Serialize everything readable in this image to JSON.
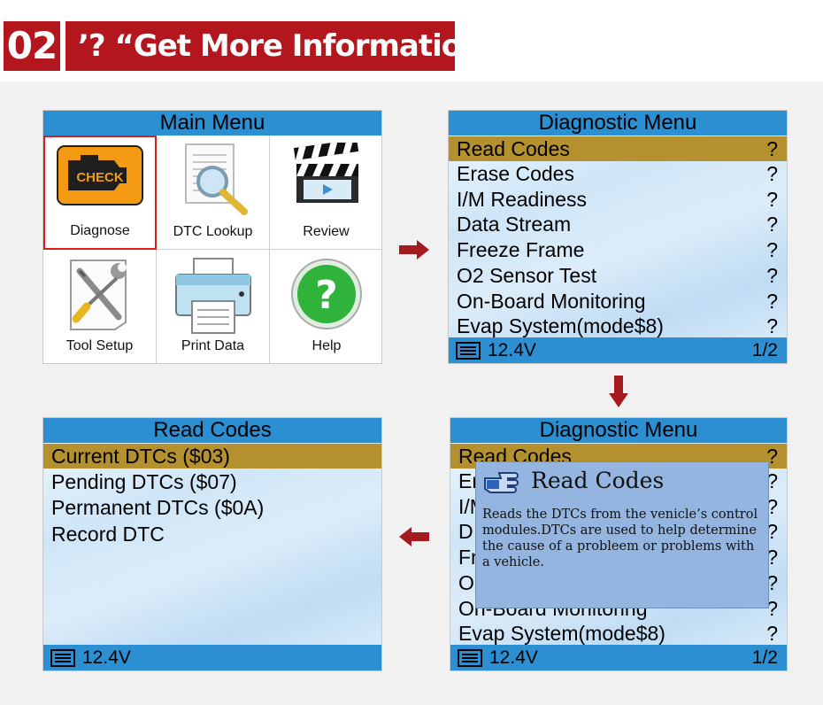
{
  "header": {
    "number": "02",
    "title": "’? “Get More Information"
  },
  "main_menu": {
    "title": "Main Menu",
    "items": [
      {
        "label": "Diagnose",
        "icon": "check-engine-icon",
        "badge": "CHECK"
      },
      {
        "label": "DTC Lookup",
        "icon": "magnifier-document-icon"
      },
      {
        "label": "Review",
        "icon": "clapperboard-icon"
      },
      {
        "label": "Tool Setup",
        "icon": "tools-icon"
      },
      {
        "label": "Print Data",
        "icon": "printer-icon"
      },
      {
        "label": "Help",
        "icon": "help-icon"
      }
    ]
  },
  "diag_menu": {
    "title": "Diagnostic Menu",
    "items": [
      {
        "label": "Read Codes",
        "help": "?"
      },
      {
        "label": "Erase Codes",
        "help": "?"
      },
      {
        "label": "I/M Readiness",
        "help": "?"
      },
      {
        "label": "Data Stream",
        "help": "?"
      },
      {
        "label": "Freeze Frame",
        "help": "?"
      },
      {
        "label": "O2 Sensor Test",
        "help": "?"
      },
      {
        "label": "On-Board Monitoring",
        "help": "?"
      },
      {
        "label": "Evap System(mode$8)",
        "help": "?"
      }
    ],
    "voltage": "12.4V",
    "page": "1/2"
  },
  "read_codes": {
    "title": "Read Codes",
    "items": [
      {
        "label": "Current DTCs ($03)"
      },
      {
        "label": "Pending DTCs ($07)"
      },
      {
        "label": "Permanent DTCs ($0A)"
      },
      {
        "label": "Record DTC"
      }
    ],
    "voltage": "12.4V"
  },
  "diag_menu_help": {
    "title": "Diagnostic Menu",
    "visible_items": [
      "Read Codes",
      "Er",
      "I/M",
      "D",
      "Fr",
      "O",
      "On-Board Monitoring",
      "Evap System(mode$8)"
    ],
    "voltage": "12.4V",
    "page": "1/2",
    "popup": {
      "title": "Read Codes",
      "icon": "pointing-hand-icon",
      "text": "Reads the DTCs from the venicle’s control modules.DTCs are used to help determine the cause of a probleem or problems with a vehicle."
    }
  },
  "colors": {
    "header_red": "#b3161c",
    "title_bar": "#2c8fd2",
    "selected_row": "#b4902e",
    "popup": "#93b5e0",
    "arrow": "#a51a1f"
  }
}
